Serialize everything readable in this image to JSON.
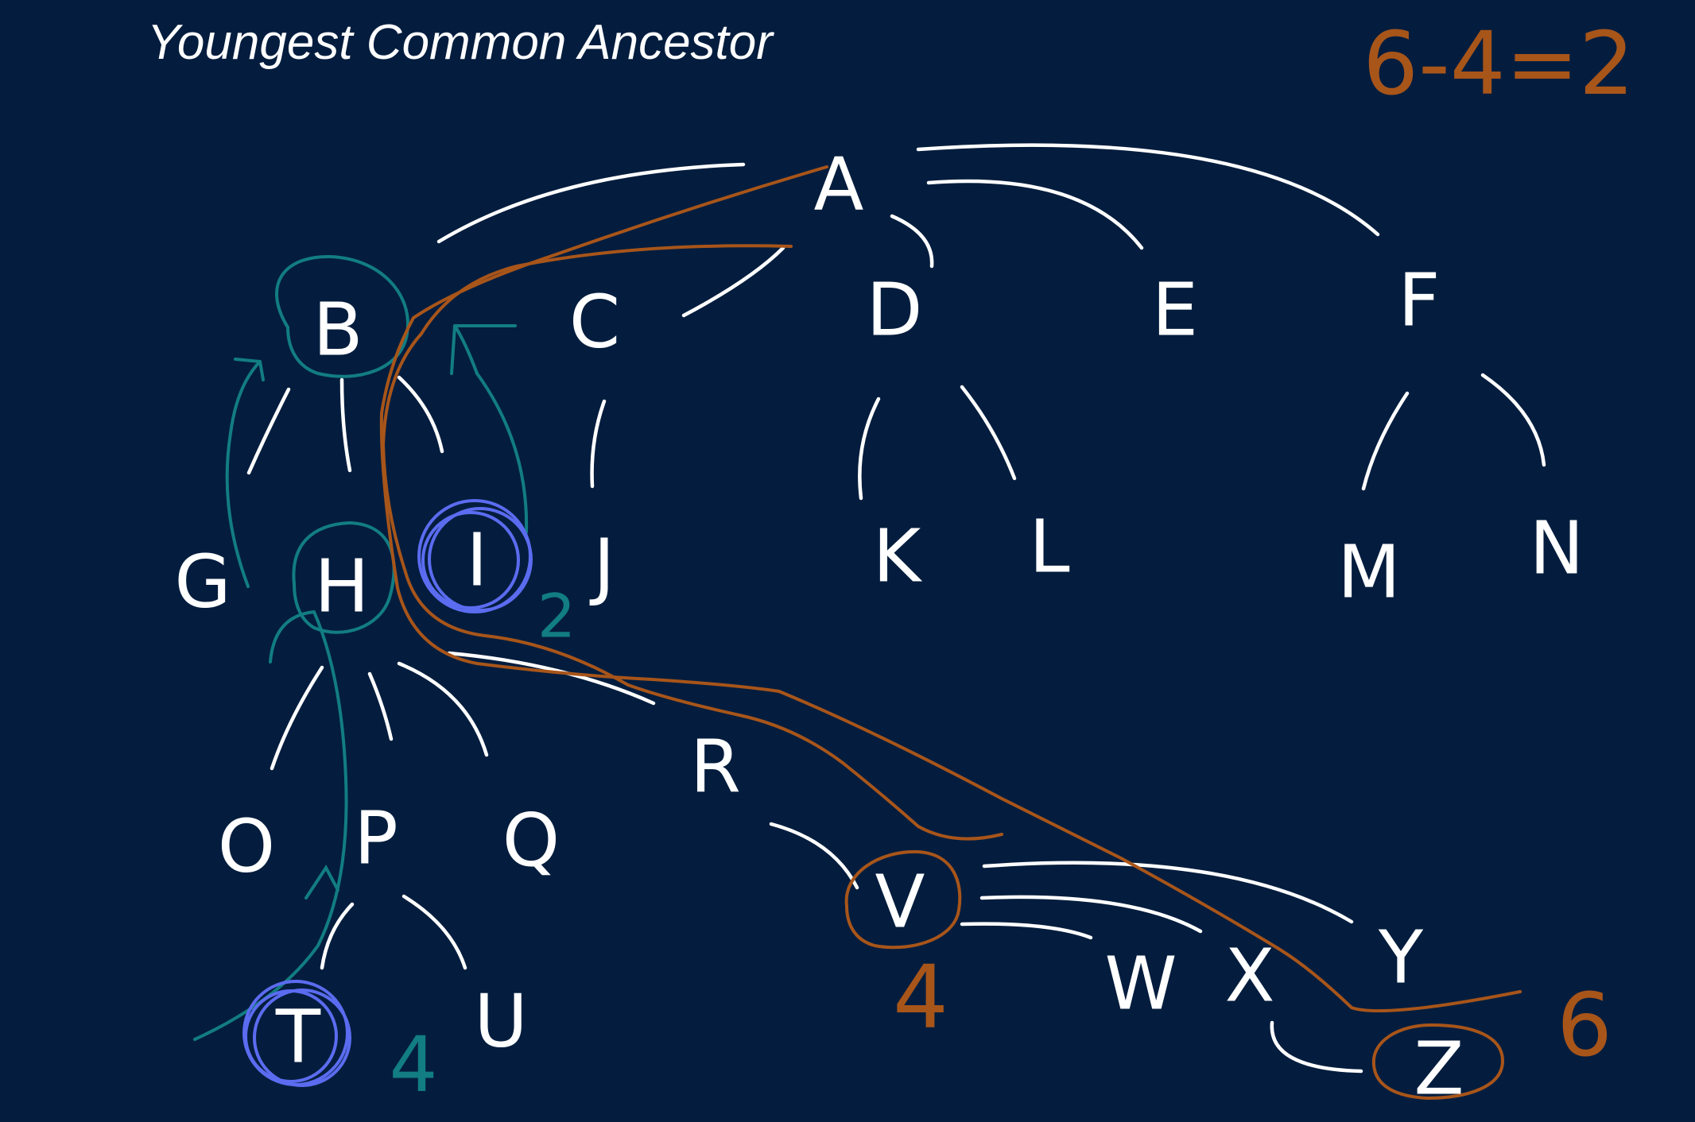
{
  "title": "Youngest Common Ancestor",
  "nodes": {
    "A": "A",
    "B": "B",
    "C": "C",
    "D": "D",
    "E": "E",
    "F": "F",
    "G": "G",
    "H": "H",
    "I": "I",
    "J": "J",
    "K": "K",
    "L": "L",
    "M": "M",
    "N": "N",
    "O": "O",
    "P": "P",
    "Q": "Q",
    "R": "R",
    "T": "T",
    "U": "U",
    "V": "V",
    "W": "W",
    "X": "X",
    "Y": "Y",
    "Z": "Z"
  },
  "annotations": {
    "equation": "6-4=2",
    "depth_T": "4",
    "depth_I": "2",
    "depth_V": "4",
    "depth_Z": "6"
  },
  "colors": {
    "background": "#041d3e",
    "ink": "#ffffff",
    "teal": "#127d82",
    "orange": "#a8551a",
    "blue": "#5b6cf0"
  }
}
